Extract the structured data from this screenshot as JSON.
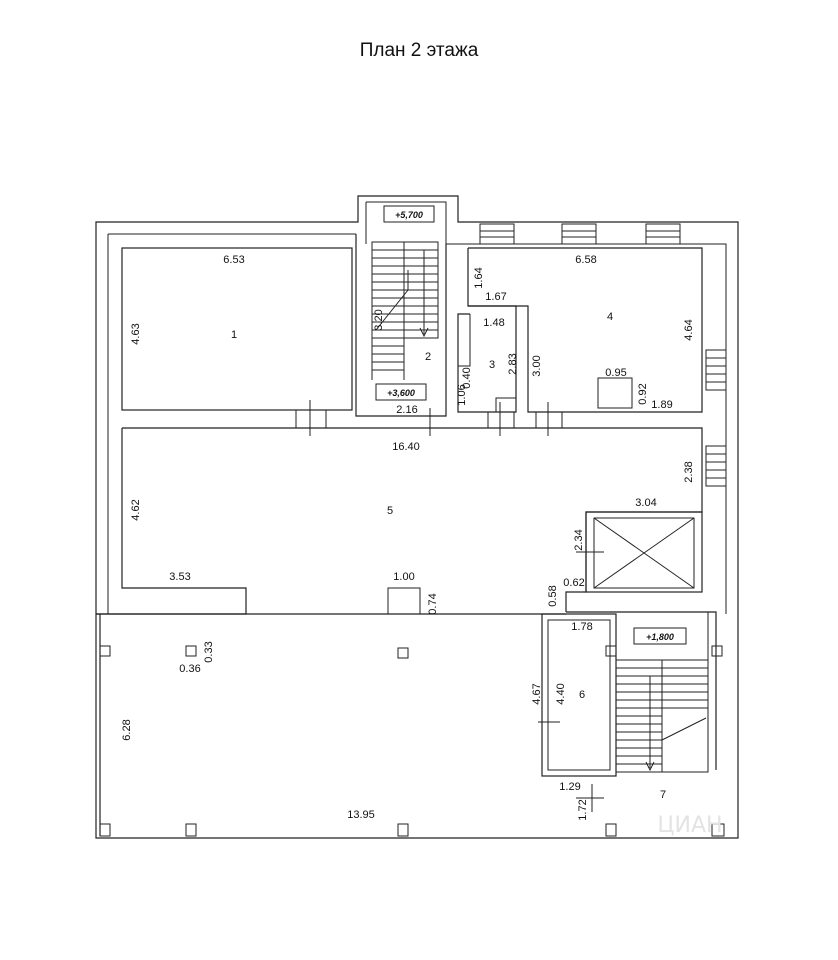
{
  "title": "План 2 этажа",
  "levels": {
    "top": "+5,700",
    "mid": "+3,600",
    "lower": "+1,800"
  },
  "rooms": {
    "r1": "1",
    "r2": "2",
    "r3": "3",
    "r4": "4",
    "r5": "5",
    "r6": "6",
    "r7": "7"
  },
  "dimensions": {
    "d653": "6.53",
    "d463": "4.63",
    "d320": "3.20",
    "d216": "2.16",
    "d164": "1.64",
    "d167": "1.67",
    "d658": "6.58",
    "d148": "1.48",
    "d283": "2.83",
    "d300": "3.00",
    "d040": "0.40",
    "d106": "1.06",
    "d095": "0.95",
    "d092": "0.92",
    "d189": "1.89",
    "d464": "4.64",
    "d1640": "16.40",
    "d238": "2.38",
    "d462": "4.62",
    "d304": "3.04",
    "d234": "2.34",
    "d353": "3.53",
    "d100": "1.00",
    "d074": "0.74",
    "d058": "0.58",
    "d062": "0.62",
    "d033": "0.33",
    "d036": "0.36",
    "d178": "1.78",
    "d467": "4.67",
    "d440": "4.40",
    "d628": "6.28",
    "d129": "1.29",
    "d172": "1.72",
    "d1395": "13.95"
  },
  "watermark": "ЦИАН"
}
